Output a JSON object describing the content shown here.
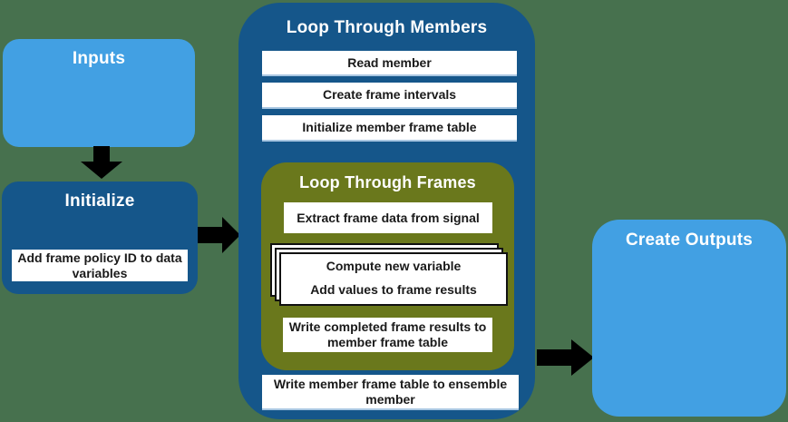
{
  "canvas": {
    "background_color": "#47714E",
    "light_blue": "#42A0E3",
    "dark_blue": "#15568A",
    "olive_green": "#6A781C",
    "arrow_color": "#000000"
  },
  "diagram": {
    "inputs": {
      "title": "Inputs"
    },
    "initialize": {
      "title": "Initialize",
      "step1": "Add frame policy ID to data variables"
    },
    "members": {
      "title": "Loop Through Members",
      "step1": "Read member",
      "step2": "Create frame intervals",
      "step3": "Initialize member frame table",
      "step4": "Write member frame table to ensemble member"
    },
    "frames": {
      "title": "Loop Through Frames",
      "step1": "Extract frame data from signal",
      "stack_line1": "Compute new variable",
      "stack_line2": "Add values to frame results",
      "step2": "Write completed frame results to member frame table"
    },
    "outputs": {
      "title": "Create Outputs"
    }
  }
}
